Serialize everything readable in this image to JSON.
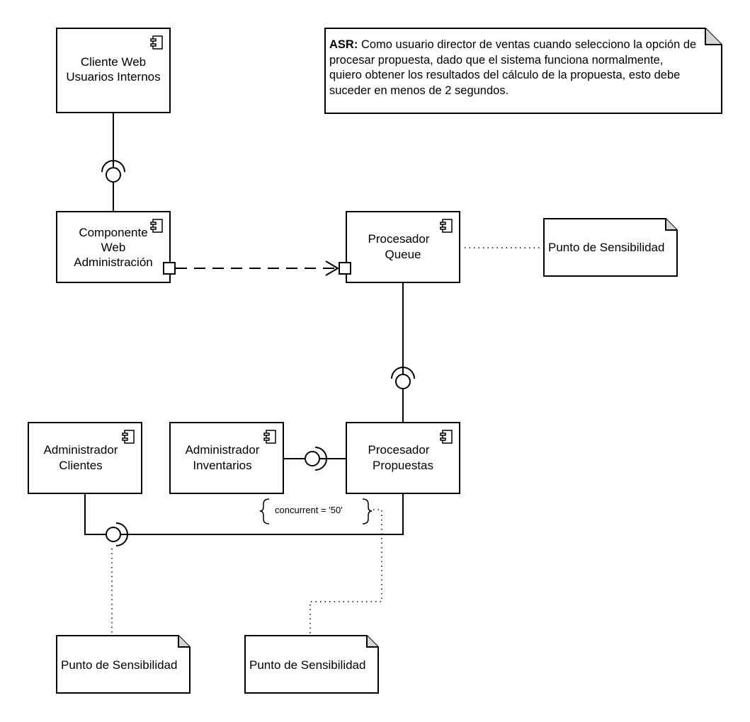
{
  "components": {
    "cliente_web": {
      "line1": "Cliente Web",
      "line2": "Usuarios Internos"
    },
    "componente_web": {
      "line1": "Componente",
      "line2": "Web",
      "line3": "Administración"
    },
    "procesador_queue": {
      "line1": "Procesador",
      "line2": "Queue"
    },
    "administrador_clientes": {
      "line1": "Administrador",
      "line2": "Clientes"
    },
    "administrador_inventarios": {
      "line1": "Administrador",
      "line2": "Inventarios"
    },
    "procesador_propuestas": {
      "line1": "Procesador",
      "line2": "Propuestas"
    }
  },
  "asr_note": {
    "label": "ASR:",
    "text": "Como usuario director de ventas cuando selecciono la opción de procesar propuesta, dado que el sistema funciona normalmente, quiero obtener los resultados del cálculo de la propuesta, esto debe suceder en menos de 2 segundos."
  },
  "notes": {
    "queue": "Punto de Sensibilidad",
    "clientes": "Punto de Sensibilidad",
    "concurrent": "Punto de Sensibilidad"
  },
  "constraint": "concurrent = '50'"
}
